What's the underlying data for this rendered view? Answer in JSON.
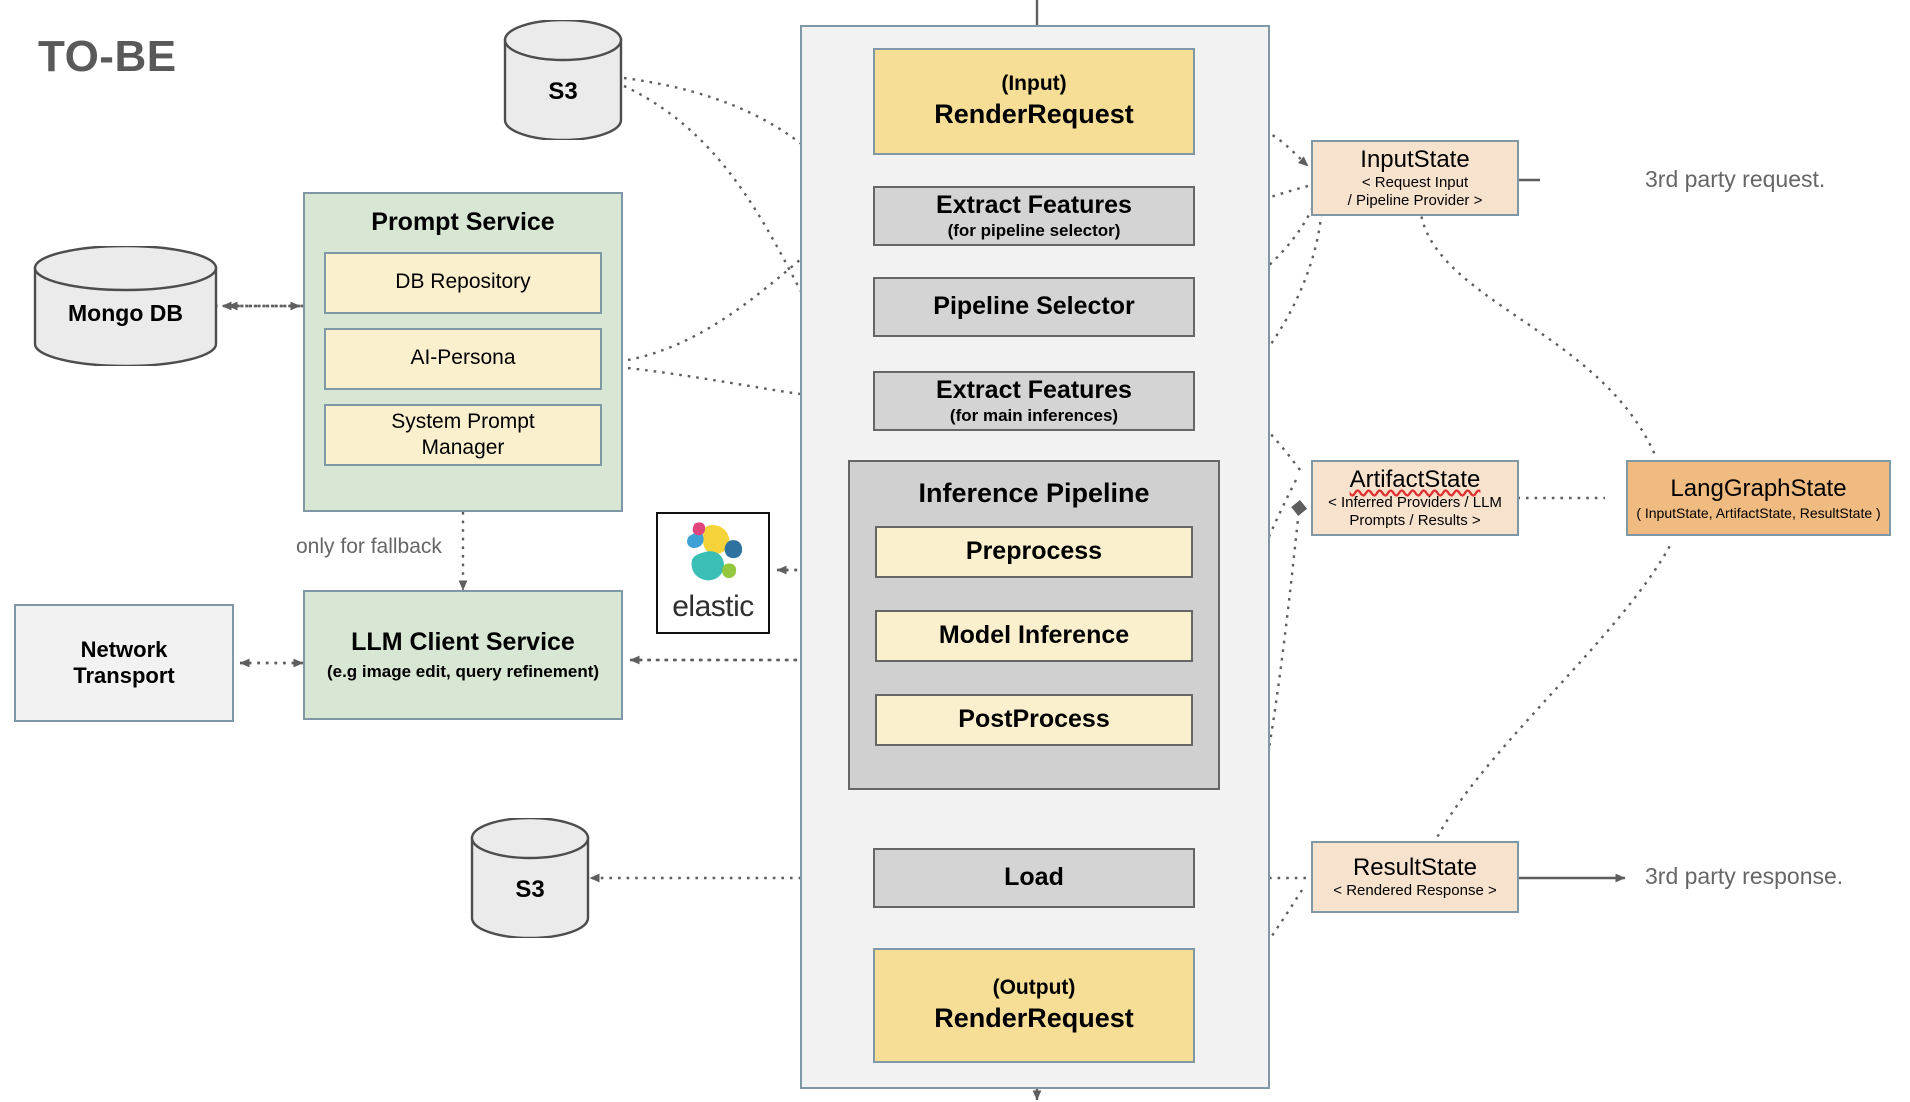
{
  "diagram": {
    "title": "TO-BE",
    "type": "architecture-flow-diagram"
  },
  "storage": {
    "s3_top": "S3",
    "s3_bottom": "S3",
    "mongo": "Mongo DB",
    "elastic": "elastic"
  },
  "prompt_service": {
    "title": "Prompt Service",
    "items": [
      {
        "label": "DB Repository"
      },
      {
        "label": "AI-Persona"
      },
      {
        "label": "System Prompt\nManager"
      }
    ]
  },
  "llm_client": {
    "title": "LLM Client Service",
    "subtitle": "(e.g image edit, query refinement)",
    "fallback_note": "only for fallback"
  },
  "network_transport": {
    "line1": "Network",
    "line2": "Transport"
  },
  "pipeline": {
    "input": {
      "sub": "(Input)",
      "title": "RenderRequest"
    },
    "extract_selector": {
      "title": "Extract Features",
      "sub": "(for pipeline selector)"
    },
    "pipeline_selector": {
      "title": "Pipeline Selector"
    },
    "extract_main": {
      "title": "Extract Features",
      "sub": "(for main inferences)"
    },
    "inference": {
      "title": "Inference Pipeline",
      "steps": [
        {
          "label": "Preprocess"
        },
        {
          "label": "Model Inference"
        },
        {
          "label": "PostProcess"
        }
      ]
    },
    "load": {
      "title": "Load"
    },
    "output": {
      "sub": "(Output)",
      "title": "RenderRequest"
    }
  },
  "states": {
    "input_state": {
      "title": "InputState",
      "sub1": "< Request Input",
      "sub2": "/ Pipeline Provider >"
    },
    "artifact_state": {
      "title": "ArtifactState",
      "sub1": "< Inferred Providers / LLM",
      "sub2": "Prompts / Results >"
    },
    "result_state": {
      "title": "ResultState",
      "sub1": "< Rendered Response >"
    },
    "langgraph_state": {
      "title": "LangGraphState",
      "sub1": "( InputState, ArtifactState, ResultState )"
    }
  },
  "annotations": {
    "third_party_request": "3rd party request.",
    "third_party_response": "3rd party response."
  },
  "colors": {
    "yellow_strong": "#f6de96",
    "yellow_light": "#fbf0ce",
    "green": "#d8e7d4",
    "gray_node": "#d4d4d4",
    "gray_container": "#f2f2f2",
    "gray_inner": "#d0d0d0",
    "orange_light": "#f7e2cd",
    "orange_strong": "#f0bb80",
    "border_blue": "#7e98a6",
    "border_dark": "#666666",
    "text_gray": "#666666"
  }
}
